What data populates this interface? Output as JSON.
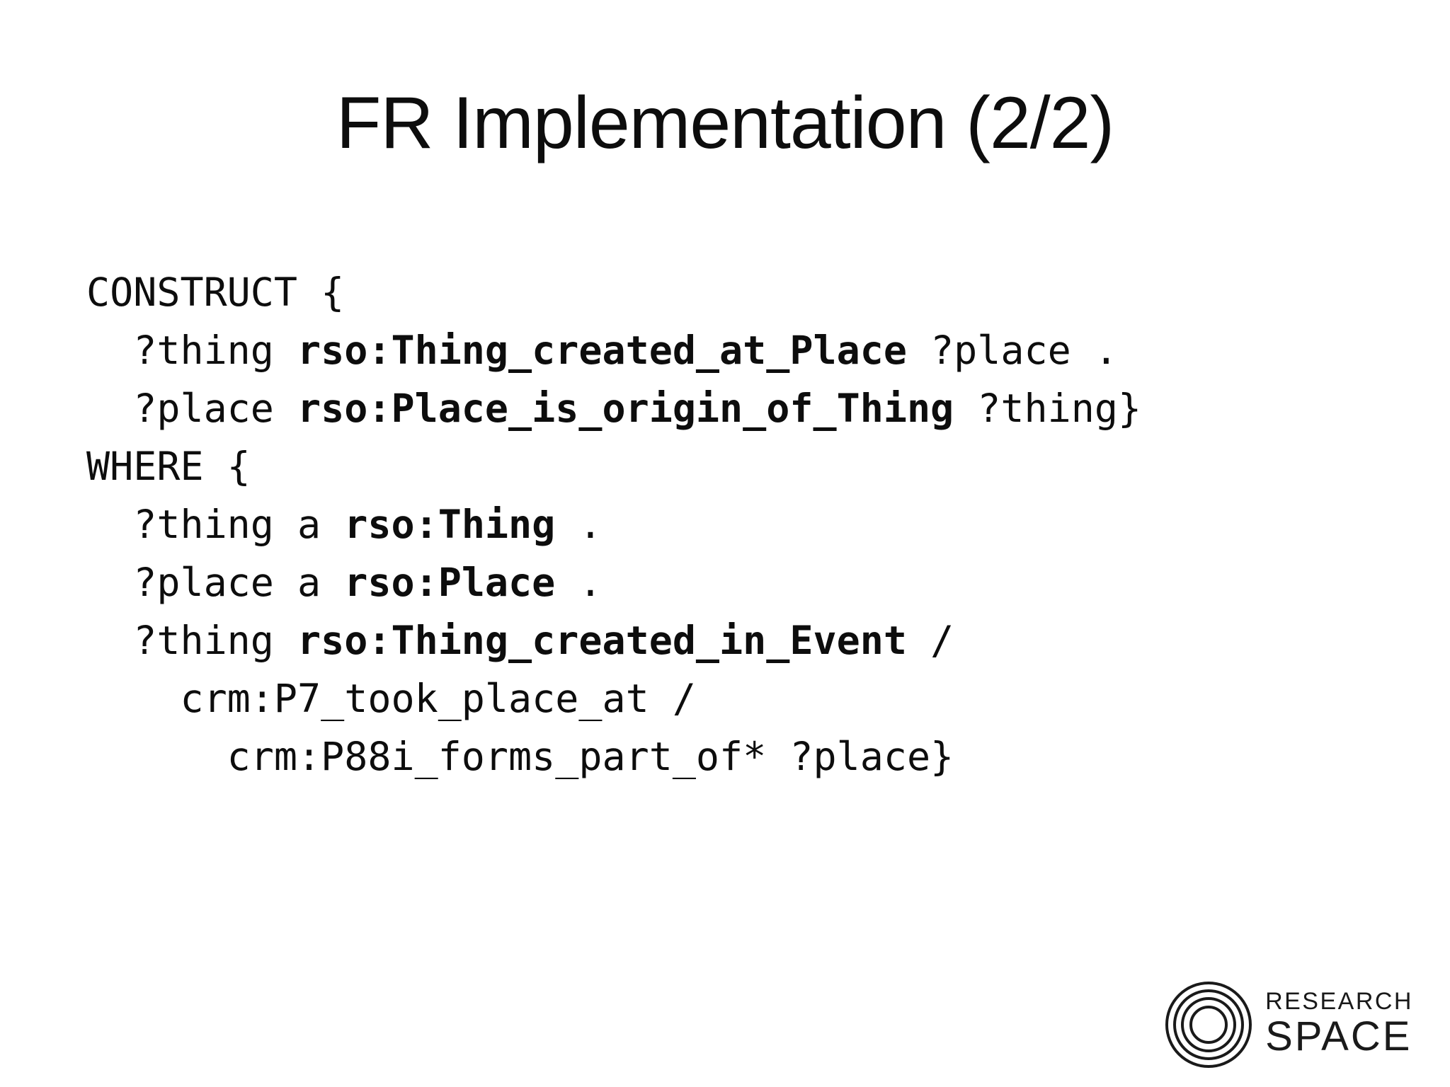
{
  "slide": {
    "title": "FR Implementation (2/2)",
    "background_color": "#ffffff",
    "text_color": "#0d0d0d"
  },
  "code": {
    "language": "sparql",
    "lines": [
      [
        {
          "t": "CONSTRUCT {",
          "b": false
        }
      ],
      [
        {
          "t": "  ?thing ",
          "b": false
        },
        {
          "t": "rso:Thing_created_at_Place",
          "b": true
        },
        {
          "t": " ?place .",
          "b": false
        }
      ],
      [
        {
          "t": "  ?place ",
          "b": false
        },
        {
          "t": "rso:Place_is_origin_of_Thing",
          "b": true
        },
        {
          "t": " ?thing}",
          "b": false
        }
      ],
      [
        {
          "t": "WHERE {",
          "b": false
        }
      ],
      [
        {
          "t": "  ?thing a ",
          "b": false
        },
        {
          "t": "rso:Thing",
          "b": true
        },
        {
          "t": " .",
          "b": false
        }
      ],
      [
        {
          "t": "  ?place a ",
          "b": false
        },
        {
          "t": "rso:Place",
          "b": true
        },
        {
          "t": " .",
          "b": false
        }
      ],
      [
        {
          "t": "  ?thing ",
          "b": false
        },
        {
          "t": "rso:Thing_created_in_Event",
          "b": true
        },
        {
          "t": " /",
          "b": false
        }
      ],
      [
        {
          "t": "    crm:P7_took_place_at /",
          "b": false
        }
      ],
      [
        {
          "t": "      crm:P88i_forms_part_of* ?place}",
          "b": false
        }
      ]
    ],
    "plain_text": "CONSTRUCT {\n  ?thing rso:Thing_created_at_Place ?place .\n  ?place rso:Place_is_origin_of_Thing ?thing}\nWHERE {\n  ?thing a rso:Thing .\n  ?place a rso:Place .\n  ?thing rso:Thing_created_in_Event /\n    crm:P7_took_place_at /\n      crm:P88i_forms_part_of* ?place}"
  },
  "logo": {
    "mark_name": "concentric-circles-logo",
    "line1": "RESEARCH",
    "line2": "SPACE",
    "color": "#1a1a1a"
  }
}
